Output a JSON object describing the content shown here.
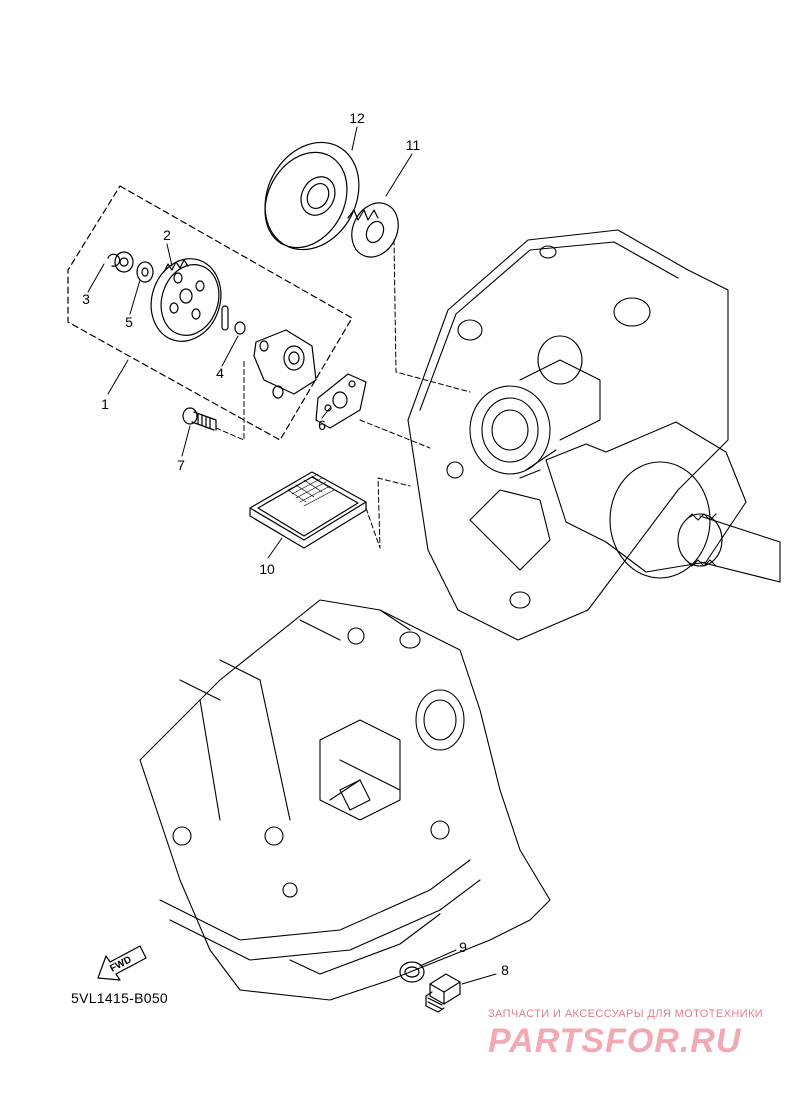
{
  "callouts": [
    {
      "num": "1"
    },
    {
      "num": "2"
    },
    {
      "num": "3"
    },
    {
      "num": "4"
    },
    {
      "num": "5"
    },
    {
      "num": "6"
    },
    {
      "num": "7"
    },
    {
      "num": "8"
    },
    {
      "num": "9"
    },
    {
      "num": "10"
    },
    {
      "num": "11"
    },
    {
      "num": "12"
    }
  ],
  "diagram_code": "5VL1415-B050",
  "fwd_label": "FWD",
  "watermark": {
    "tagline": "ЗАПЧАСТИ И АКСЕССУАРЫ ДЛЯ МОТОТЕХНИКИ",
    "logo_text": "PARTSFOR.RU",
    "color": "#f2a9b4"
  }
}
